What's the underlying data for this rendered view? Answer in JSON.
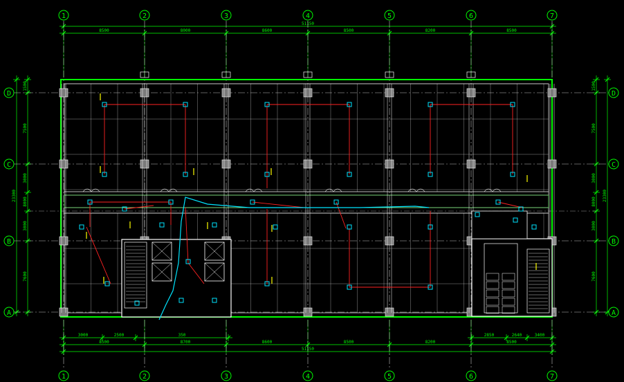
{
  "axes": {
    "columns": [
      "1",
      "2",
      "3",
      "4",
      "5",
      "6",
      "7"
    ],
    "rows": [
      "D",
      "C",
      "B",
      "A"
    ]
  },
  "dimensions": {
    "top_spans": [
      "8500",
      "8000",
      "8600",
      "8500",
      "8200",
      "8500"
    ],
    "top_total": "51150",
    "bottom_first_row": [
      "3000",
      "2500",
      "350"
    ],
    "bottom_first_row_right": [
      "2850",
      "2640",
      "3400"
    ],
    "bottom_spans": [
      "8500",
      "8700",
      "8600",
      "8500",
      "8200",
      "8500"
    ],
    "bottom_total": "51150",
    "left_outer": "23300",
    "left_inner": [
      "1500",
      "7500",
      "3000",
      "8000",
      "3000",
      "7600"
    ],
    "right_outer": "23300",
    "right_inner": [
      "1500",
      "7500",
      "3000",
      "8000",
      "3000",
      "7600"
    ]
  },
  "colors": {
    "background": "#000000",
    "axis_lines": "#ffffff",
    "grid_text": "#00ff00",
    "dimension_lines": "#00ff00",
    "walls": "#ffffff",
    "outer_wall": "#00ff00",
    "pipes": "#ff2222",
    "cyan": "#00e5ff",
    "yellow": "#ffff00"
  }
}
